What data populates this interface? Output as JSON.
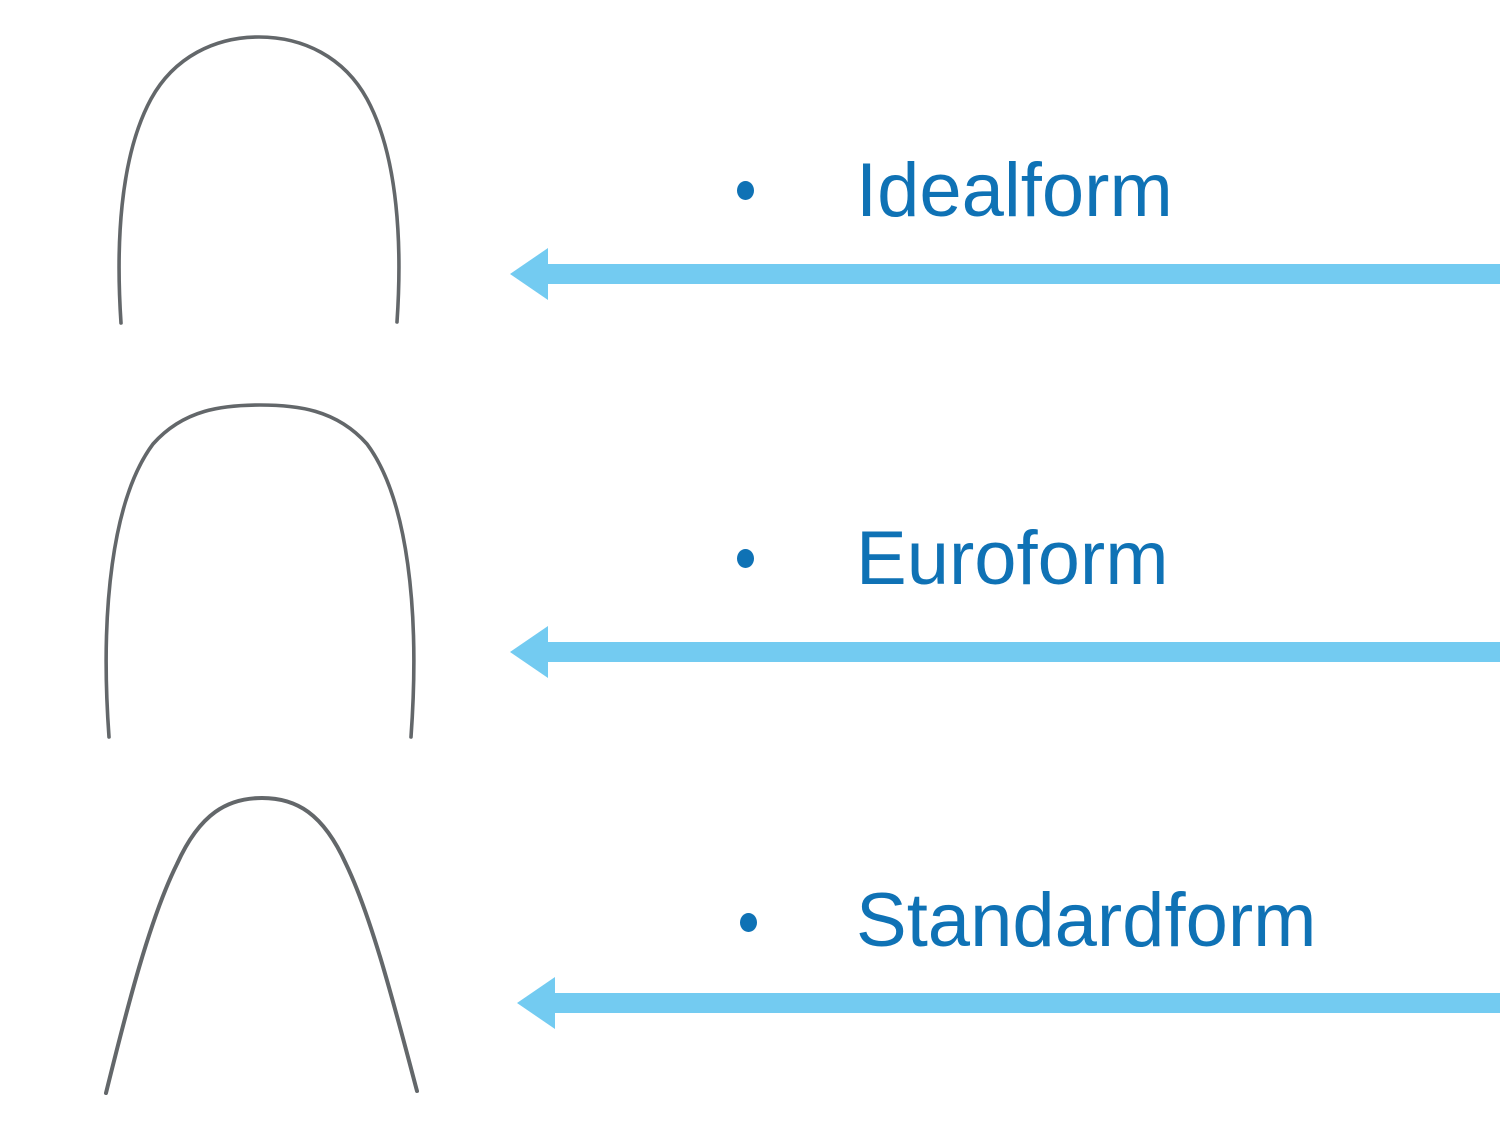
{
  "slide": {
    "items": [
      {
        "label": "Idealform",
        "figure_icon": "archwire-idealform-image",
        "arrow_icon": "left-arrow"
      },
      {
        "label": "Euroform",
        "figure_icon": "archwire-euroform-image",
        "arrow_icon": "left-arrow"
      },
      {
        "label": "Standardform",
        "figure_icon": "archwire-standardform-image",
        "arrow_icon": "left-arrow"
      }
    ],
    "bullet_glyph": "•",
    "colors": {
      "label_text": "#0F72B5",
      "bullet": "#0F72B5",
      "arrow": "#73CBF1",
      "wire": "#63676A",
      "background": "#FFFFFF"
    }
  }
}
